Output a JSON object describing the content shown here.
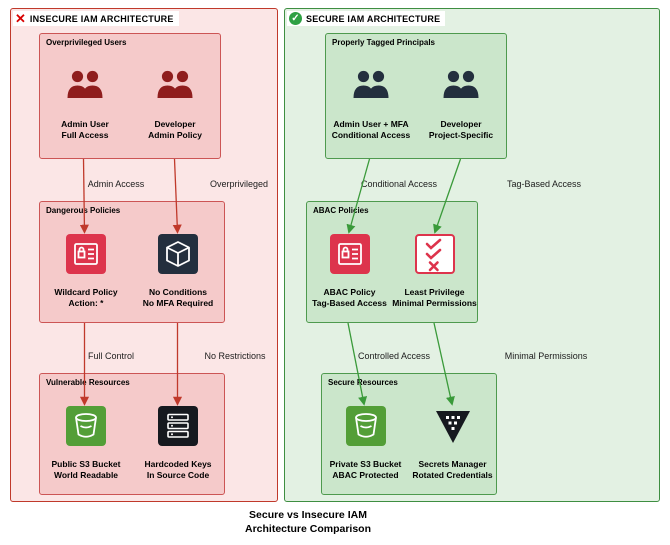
{
  "caption": "Secure vs Insecure IAM\nArchitecture Comparison",
  "icons": {
    "insecure_marker": "✕",
    "secure_marker": "✓"
  },
  "colors": {
    "insecure_panel_bg": "#fbe6e6",
    "insecure_box_bg": "#f5caca",
    "insecure_accent": "#c0392b",
    "secure_panel_bg": "#e3f1e3",
    "secure_box_bg": "#cbe6cb",
    "secure_accent": "#3e8e41",
    "aws_red": "#dd344c",
    "aws_dark": "#232f3e",
    "aws_green": "#539e37"
  },
  "panels": {
    "insecure": {
      "title": "INSECURE IAM ARCHITECTURE",
      "groups": [
        {
          "label": "Overprivileged Users",
          "items": [
            {
              "icon": "users-icon",
              "caption": "Admin User\nFull Access"
            },
            {
              "icon": "users-icon",
              "caption": "Developer\nAdmin Policy"
            }
          ]
        },
        {
          "label": "Dangerous Policies",
          "items": [
            {
              "icon": "iam-policy-icon",
              "caption": "Wildcard Policy\nAction: *"
            },
            {
              "icon": "cube-icon",
              "caption": "No Conditions\nNo MFA Required"
            }
          ]
        },
        {
          "label": "Vulnerable Resources",
          "items": [
            {
              "icon": "s3-bucket-icon",
              "caption": "Public S3 Bucket\nWorld Readable"
            },
            {
              "icon": "server-icon",
              "caption": "Hardcoded Keys\nIn Source Code"
            }
          ]
        }
      ],
      "flow_labels": [
        {
          "left": "Admin Access",
          "right": "Overprivileged"
        },
        {
          "left": "Full Control",
          "right": "No Restrictions"
        }
      ]
    },
    "secure": {
      "title": "SECURE IAM ARCHITECTURE",
      "groups": [
        {
          "label": "Properly Tagged Principals",
          "items": [
            {
              "icon": "users-icon",
              "caption": "Admin User + MFA\nConditional Access"
            },
            {
              "icon": "users-icon",
              "caption": "Developer\nProject-Specific"
            }
          ]
        },
        {
          "label": "ABAC Policies",
          "items": [
            {
              "icon": "iam-policy-icon",
              "caption": "ABAC Policy\nTag-Based Access"
            },
            {
              "icon": "checklist-icon",
              "caption": "Least Privilege\nMinimal Permissions"
            }
          ]
        },
        {
          "label": "Secure Resources",
          "items": [
            {
              "icon": "s3-bucket-icon",
              "caption": "Private S3 Bucket\nABAC Protected"
            },
            {
              "icon": "secrets-manager-icon",
              "caption": "Secrets Manager\nRotated Credentials"
            }
          ]
        }
      ],
      "flow_labels": [
        {
          "left": "Conditional Access",
          "right": "Tag-Based Access"
        },
        {
          "left": "Controlled Access",
          "right": "Minimal Permissions"
        }
      ]
    }
  }
}
